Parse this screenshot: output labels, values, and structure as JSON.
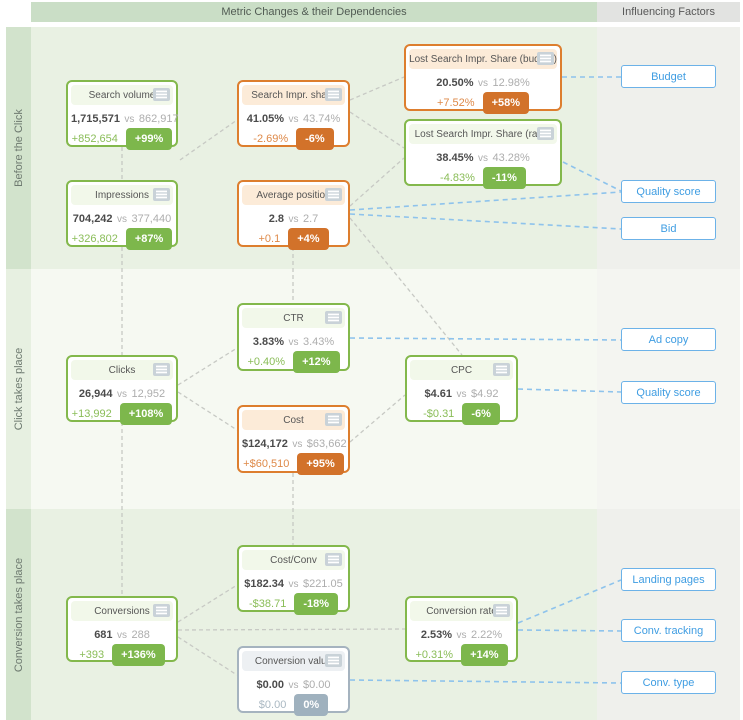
{
  "header": {
    "left_title": "Metric Changes & their Dependencies",
    "right_title": "Influencing Factors"
  },
  "sections": [
    {
      "id": "before-click",
      "label": "Before the Click"
    },
    {
      "id": "click",
      "label": "Click takes place"
    },
    {
      "id": "conversion",
      "label": "Conversion takes place"
    }
  ],
  "vs_label": "vs",
  "icons": {
    "card_menu": "list-menu-icon"
  },
  "colors": {
    "positive_green": "#7db74c",
    "negative_orange": "#d2722a",
    "neutral_gray": "#9fb1be",
    "factor_blue": "#3f9de2",
    "header_green": "#cadec6",
    "header_gray": "#e2e3e1"
  },
  "metrics": [
    {
      "id": "search-volume",
      "title": "Search volume",
      "value": "1,715,571",
      "vs_value": "862,917",
      "delta": "+852,654",
      "pct": "+99%",
      "variant": "green"
    },
    {
      "id": "impressions",
      "title": "Impressions",
      "value": "704,242",
      "vs_value": "377,440",
      "delta": "+326,802",
      "pct": "+87%",
      "variant": "green"
    },
    {
      "id": "search-impr-share",
      "title": "Search Impr. share",
      "value": "41.05%",
      "vs_value": "43.74%",
      "delta": "-2.69%",
      "pct": "-6%",
      "variant": "orange"
    },
    {
      "id": "average-position",
      "title": "Average position",
      "value": "2.8",
      "vs_value": "2.7",
      "delta": "+0.1",
      "pct": "+4%",
      "variant": "orange"
    },
    {
      "id": "lost-impr-share-budget",
      "title": "Lost Search Impr. Share (budget)",
      "value": "20.50%",
      "vs_value": "12.98%",
      "delta": "+7.52%",
      "pct": "+58%",
      "variant": "orange"
    },
    {
      "id": "lost-impr-share-rank",
      "title": "Lost Search Impr. Share (rank)",
      "value": "38.45%",
      "vs_value": "43.28%",
      "delta": "-4.83%",
      "pct": "-11%",
      "variant": "green"
    },
    {
      "id": "ctr",
      "title": "CTR",
      "value": "3.83%",
      "vs_value": "3.43%",
      "delta": "+0.40%",
      "pct": "+12%",
      "variant": "green"
    },
    {
      "id": "clicks",
      "title": "Clicks",
      "value": "26,944",
      "vs_value": "12,952",
      "delta": "+13,992",
      "pct": "+108%",
      "variant": "green"
    },
    {
      "id": "cost",
      "title": "Cost",
      "value": "$124,172",
      "vs_value": "$63,662",
      "delta": "+$60,510",
      "pct": "+95%",
      "variant": "orange"
    },
    {
      "id": "cpc",
      "title": "CPC",
      "value": "$4.61",
      "vs_value": "$4.92",
      "delta": "-$0.31",
      "pct": "-6%",
      "variant": "green"
    },
    {
      "id": "cost-conv",
      "title": "Cost/Conv",
      "value": "$182.34",
      "vs_value": "$221.05",
      "delta": "-$38.71",
      "pct": "-18%",
      "variant": "green"
    },
    {
      "id": "conversions",
      "title": "Conversions",
      "value": "681",
      "vs_value": "288",
      "delta": "+393",
      "pct": "+136%",
      "variant": "green"
    },
    {
      "id": "conversion-value",
      "title": "Conversion value",
      "value": "$0.00",
      "vs_value": "$0.00",
      "delta": "$0.00",
      "pct": "0%",
      "variant": "gray"
    },
    {
      "id": "conversion-rate",
      "title": "Conversion rate",
      "value": "2.53%",
      "vs_value": "2.22%",
      "delta": "+0.31%",
      "pct": "+14%",
      "variant": "green"
    }
  ],
  "factors": [
    {
      "id": "budget",
      "label": "Budget"
    },
    {
      "id": "quality-score-1",
      "label": "Quality score"
    },
    {
      "id": "bid",
      "label": "Bid"
    },
    {
      "id": "ad-copy",
      "label": "Ad copy"
    },
    {
      "id": "quality-score-2",
      "label": "Quality score"
    },
    {
      "id": "landing-pages",
      "label": "Landing pages"
    },
    {
      "id": "conv-tracking",
      "label": "Conv. tracking"
    },
    {
      "id": "conv-type",
      "label": "Conv. type"
    }
  ]
}
